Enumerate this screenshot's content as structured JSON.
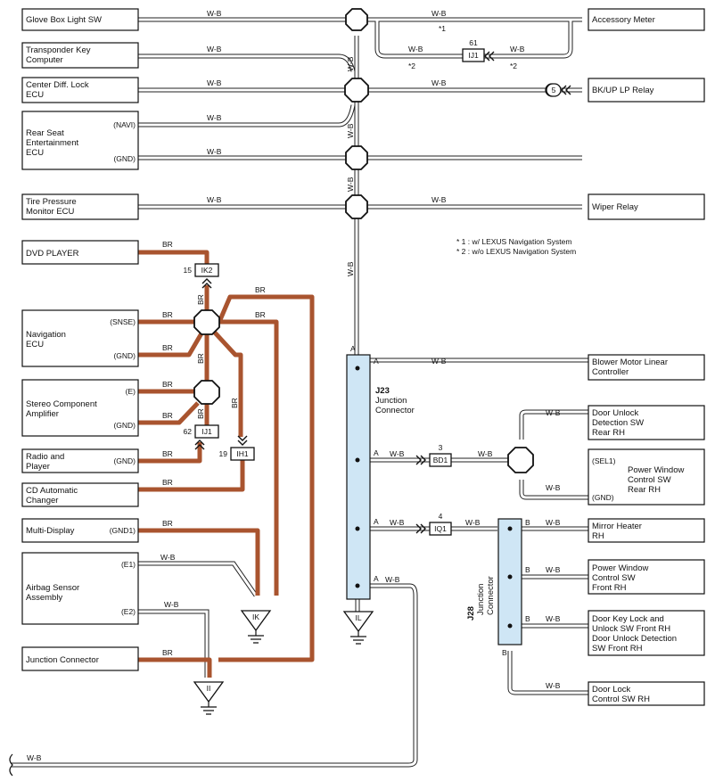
{
  "wire_colors": {
    "wb": "W-B",
    "br": "BR"
  },
  "colors": {
    "br_wire": "#a9542f",
    "junction_connector_fill": "#cfe6f5"
  },
  "components": {
    "glove_box": "Glove Box Light SW",
    "transponder_1": "Transponder Key",
    "transponder_2": "Computer",
    "center_diff_1": "Center Diff. Lock",
    "center_diff_2": "ECU",
    "rear_seat_1": "Rear Seat",
    "rear_seat_2": "Entertainment",
    "rear_seat_3": "ECU",
    "rear_seat_pin_navi": "(NAVI)",
    "rear_seat_pin_gnd": "(GND)",
    "tire_pressure_1": "Tire Pressure",
    "tire_pressure_2": "Monitor ECU",
    "accessory_meter": "Accessory Meter",
    "bkup_relay": "BK/UP LP Relay",
    "wiper_relay": "Wiper Relay",
    "dvd_player": "DVD PLAYER",
    "nav_ecu_1": "Navigation",
    "nav_ecu_2": "ECU",
    "nav_pin_snse": "(SNSE)",
    "nav_pin_gnd": "(GND)",
    "stereo_1": "Stereo Component",
    "stereo_2": "Amplifier",
    "stereo_pin_e": "(E)",
    "stereo_pin_gnd": "(GND)",
    "radio_1": "Radio and",
    "radio_2": "Player",
    "radio_pin_gnd": "(GND)",
    "cd_changer_1": "CD Automatic",
    "cd_changer_2": "Changer",
    "multi_display": "Multi-Display",
    "multi_pin_gnd1": "(GND1)",
    "airbag_1": "Airbag Sensor",
    "airbag_2": "Assembly",
    "airbag_pin_e1": "(E1)",
    "airbag_pin_e2": "(E2)",
    "junction_connector_box": "Junction Connector",
    "blower_1": "Blower Motor Linear",
    "blower_2": "Controller",
    "door_unlock_1": "Door Unlock",
    "door_unlock_2": "Detection SW",
    "door_unlock_3": "Rear RH",
    "pw_rear_pin_sel1": "(SEL1)",
    "pw_rear_1": "Power Window",
    "pw_rear_2": "Control SW",
    "pw_rear_3": "Rear RH",
    "pw_rear_pin_gnd": "(GND)",
    "mirror_1": "Mirror Heater",
    "mirror_2": "RH",
    "pw_front_1": "Power Window",
    "pw_front_2": "Control SW",
    "pw_front_3": "Front RH",
    "door_key_1": "Door Key Lock and",
    "door_key_2": "Unlock SW Front RH",
    "door_key_3": "Door Unlock Detection",
    "door_key_4": "SW Front RH",
    "door_lock_1": "Door Lock",
    "door_lock_2": "Control SW RH"
  },
  "connectors": {
    "ij1_top_num": "61",
    "ij1_top": "IJ1",
    "ik2_num": "15",
    "ik2": "IK2",
    "ij1_left_num": "62",
    "ij1_left": "IJ1",
    "ih1_num": "19",
    "ih1": "IH1",
    "bd1_num": "3",
    "bd1": "BD1",
    "iq1_num": "4",
    "iq1": "IQ1",
    "bkup_pin": "5"
  },
  "grounds": {
    "ik": "IK",
    "ii": "II",
    "il": "IL"
  },
  "j23": {
    "id": "J23",
    "name_1": "Junction",
    "name_2": "Connector",
    "pin": "A"
  },
  "j28": {
    "id": "J28",
    "name_1": "Junction",
    "name_2": "Connector",
    "pin": "B"
  },
  "notes": {
    "mark_1": "*1",
    "mark_2": "*2",
    "note_1": "* 1 : w/ LEXUS Navigation System",
    "note_2": "* 2 : w/o LEXUS Navigation System"
  }
}
